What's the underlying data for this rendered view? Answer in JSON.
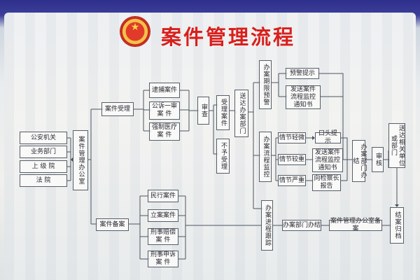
{
  "title": "案件管理流程",
  "nodes": {
    "gongan": "公安机关",
    "yewu": "业务部门",
    "shangji": "上 级 院",
    "fayuan": "法 院",
    "ajgl": "案件管理办公室",
    "anjian_shouli": "案件受理",
    "daibu": "逮捕案件",
    "gongsu": "公诉一审\n案  件",
    "qiangzhi": "强制医疗\n案  件",
    "shencha": "审查",
    "shouli_anjian": "受理案件",
    "buyu": "不予受理",
    "songda": "送达办案部门",
    "qixian": "办案期限预警",
    "yujing_tishi": "预警提示",
    "fasong1": "发送案件\n流程监控\n通知书",
    "qingjie_qingwei": "情节轻微",
    "koutou": "口头提示",
    "qingjie_jiaozhong": "情节较重",
    "fasong2": "发送案件\n流程监控\n通知书",
    "qingjie_yanzhong": "情节严重",
    "jianchazhang": "向检察长\n报告",
    "liucheng_jiankong": "办案流程监控",
    "bumen_banjie": "办案部门办结",
    "shenhe": "审核",
    "songda_xiangguan": "送达相关单位或部门",
    "anjian_beian": "案件备案",
    "minxing": "民行案件",
    "lian": "立案案件",
    "peichang": "刑事赔偿\n案  件",
    "shensu": "刑事申诉\n案  件",
    "jincheng": "办案进程跟踪",
    "bumen_banjie2": "办案部门办结",
    "ajgl_beian": "案件管理办公室备案",
    "jiean": "结案归档"
  },
  "colors": {
    "title": "#d8201d",
    "line": "#4b5560",
    "border": "#555e68"
  }
}
